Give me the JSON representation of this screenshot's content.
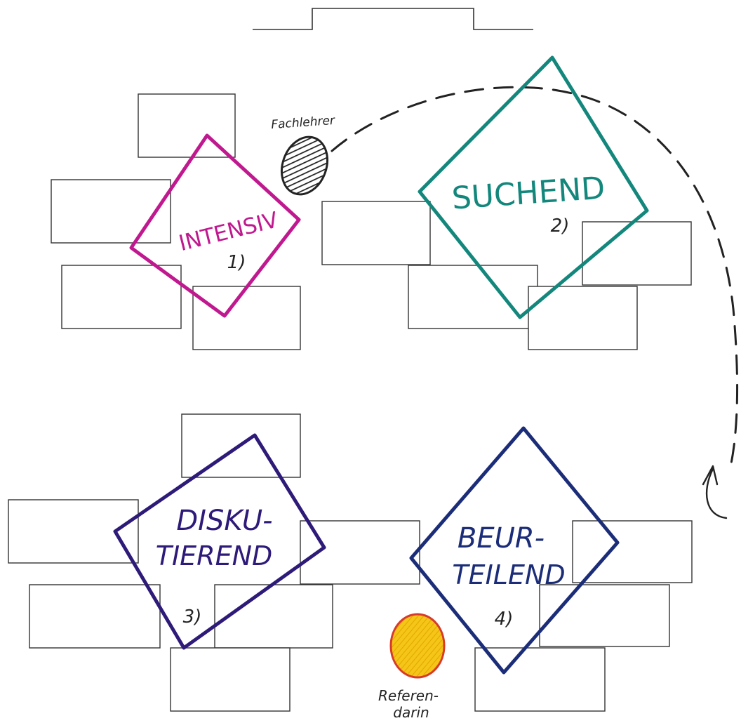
{
  "colors": {
    "desk_stroke": "#333333",
    "intensiv": "#c0198f",
    "suchend": "#13877c",
    "diskutierend": "#2e1a78",
    "beurteilend": "#1b2d78",
    "fachlehrer_fill": "#222222",
    "referendarin_fill": "#f5c518",
    "referendarin_stroke": "#d83a2a",
    "path": "#222222"
  },
  "labels": {
    "fachlehrer": "Fachlehrer",
    "referendarin_1": "Referen-",
    "referendarin_2": "darin"
  },
  "groups": [
    {
      "id": "intensiv",
      "lines": [
        "INTENSIV"
      ],
      "number": "1)"
    },
    {
      "id": "suchend",
      "lines": [
        "SUCHEND"
      ],
      "number": "2)"
    },
    {
      "id": "diskutierend",
      "lines": [
        "DISKU-",
        "TIEREND"
      ],
      "number": "3)"
    },
    {
      "id": "beurteilend",
      "lines": [
        "BEUR-",
        "TEILEND"
      ],
      "number": "4)"
    }
  ]
}
